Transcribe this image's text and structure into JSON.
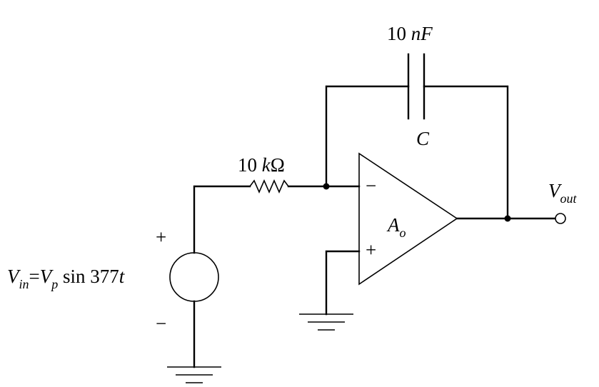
{
  "capacitor": {
    "value_num": "10",
    "value_unit": "nF",
    "name": "C"
  },
  "resistor": {
    "value_num": "10",
    "value_prefix": "k",
    "value_unit": "Ω"
  },
  "opamp": {
    "gain_symbol": "A",
    "gain_subscript": "o",
    "inverting_sign": "−",
    "noninverting_sign": "+"
  },
  "output": {
    "symbol": "V",
    "subscript": "out"
  },
  "source": {
    "plus_sign": "+",
    "minus_sign": "−",
    "label_v": "V",
    "label_in": "in",
    "label_eq": "=",
    "label_vp": "V",
    "label_p": "p",
    "label_func": " sin 377",
    "label_t": "t"
  }
}
